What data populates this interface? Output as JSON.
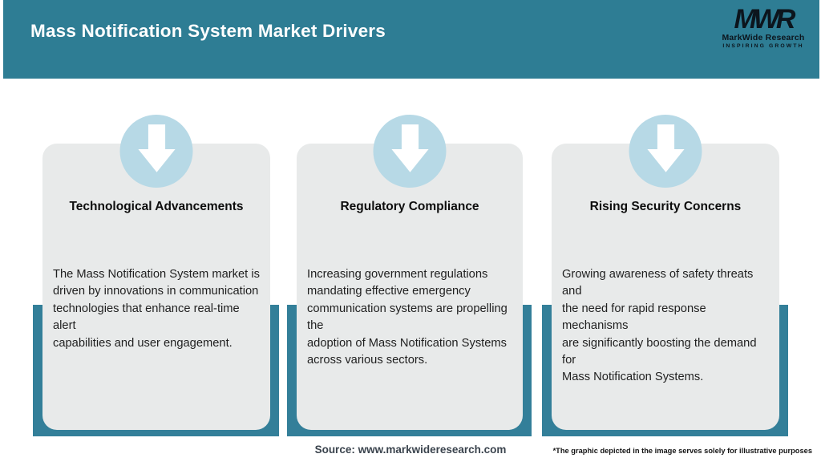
{
  "header": {
    "title": "Mass Notification System Market Drivers"
  },
  "logo": {
    "monogram": "MWR",
    "name": "MarkWide Research",
    "tagline": "INSPIRING GROWTH"
  },
  "cards": [
    {
      "title": "Technological Advancements",
      "body": "The Mass Notification System market is\ndriven by innovations in communication\ntechnologies that enhance real-time alert\ncapabilities and user engagement."
    },
    {
      "title": "Regulatory Compliance",
      "body": "Increasing government regulations\nmandating effective emergency\ncommunication systems are propelling the\nadoption of Mass Notification Systems\nacross various sectors."
    },
    {
      "title": "Rising Security Concerns",
      "body": "Growing awareness of safety threats and\nthe need for rapid response mechanisms\nare significantly boosting the demand for\nMass Notification Systems."
    }
  ],
  "footer": {
    "source": "Source: www.markwideresearch.com",
    "disclaimer": "*The graphic depicted in the image serves solely for illustrative purposes"
  },
  "colors": {
    "header_teal": "#2e7d94",
    "band_teal": "#337f99",
    "card_gray": "#e8eaea",
    "circle_blue": "#b7d9e6",
    "logo_ink": "#0c151d",
    "arrow_white": "#ffffff"
  }
}
